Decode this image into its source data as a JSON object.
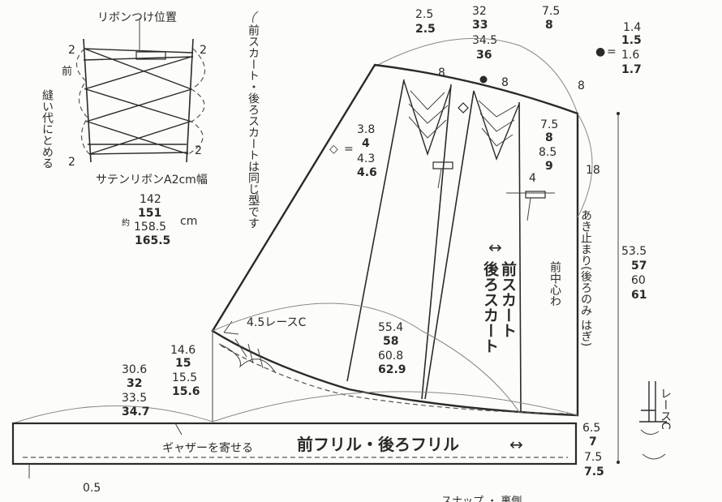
{
  "diagram": {
    "ribbon_detail": {
      "ribbon_position": "リボンつけ位置",
      "front": "前",
      "seam_note": "縫い代にとめる",
      "ribbon_material": "サテンリボンA2cm幅",
      "margins": [
        "2",
        "2",
        "2",
        "2"
      ],
      "length_prefix": "約",
      "length_unit": "cm",
      "lengths": [
        "142",
        "151",
        "158.5",
        "165.5"
      ]
    },
    "same_pattern_note": "前スカート・後ろスカートは同じ型です",
    "top_fragments": [
      "2.5",
      "2.5",
      "32",
      "33",
      "7.5",
      "8"
    ],
    "waist_width": [
      "34.5",
      "36"
    ],
    "dot_legend": {
      "symbol": "●",
      "eq": "=",
      "values": [
        "1.4",
        "1.5",
        "1.6",
        "1.7"
      ]
    },
    "diamond_legend": {
      "symbol": "◇",
      "eq": "=",
      "values": [
        "3.8",
        "4",
        "4.3",
        "4.6"
      ]
    },
    "dart_width": [
      "8",
      "8"
    ],
    "right_dims": [
      "7.5",
      "8",
      "8.5",
      "9"
    ],
    "side_top": "8",
    "opening": "18",
    "small_four": "4",
    "skirt_label": [
      "前スカート",
      "後ろスカート"
    ],
    "grain_arrow": "↔",
    "center_front": "前中心わ",
    "opening_note": "あき止まり(後ろのみ はぎ)",
    "skirt_length": [
      "53.5",
      "57",
      "60",
      "61"
    ],
    "lace_note": "4.5レースC",
    "hem_dims": [
      "55.4",
      "58",
      "60.8",
      "62.9"
    ],
    "side_dims": [
      "14.6",
      "15",
      "15.5",
      "15.6"
    ],
    "ruffle_width": [
      "30.6",
      "32",
      "33.5",
      "34.7"
    ],
    "ruffle_label": "前フリル・後ろフリル",
    "ruffle_arrow": "↔",
    "gather_note": "ギャザーを寄せる",
    "ruffle_height": [
      "6.5",
      "7",
      "7.5",
      "7.5"
    ],
    "bottom_margin": "0.5",
    "lace_c": "レースC",
    "footer_fragment": "スナップ ・ 裏側"
  }
}
